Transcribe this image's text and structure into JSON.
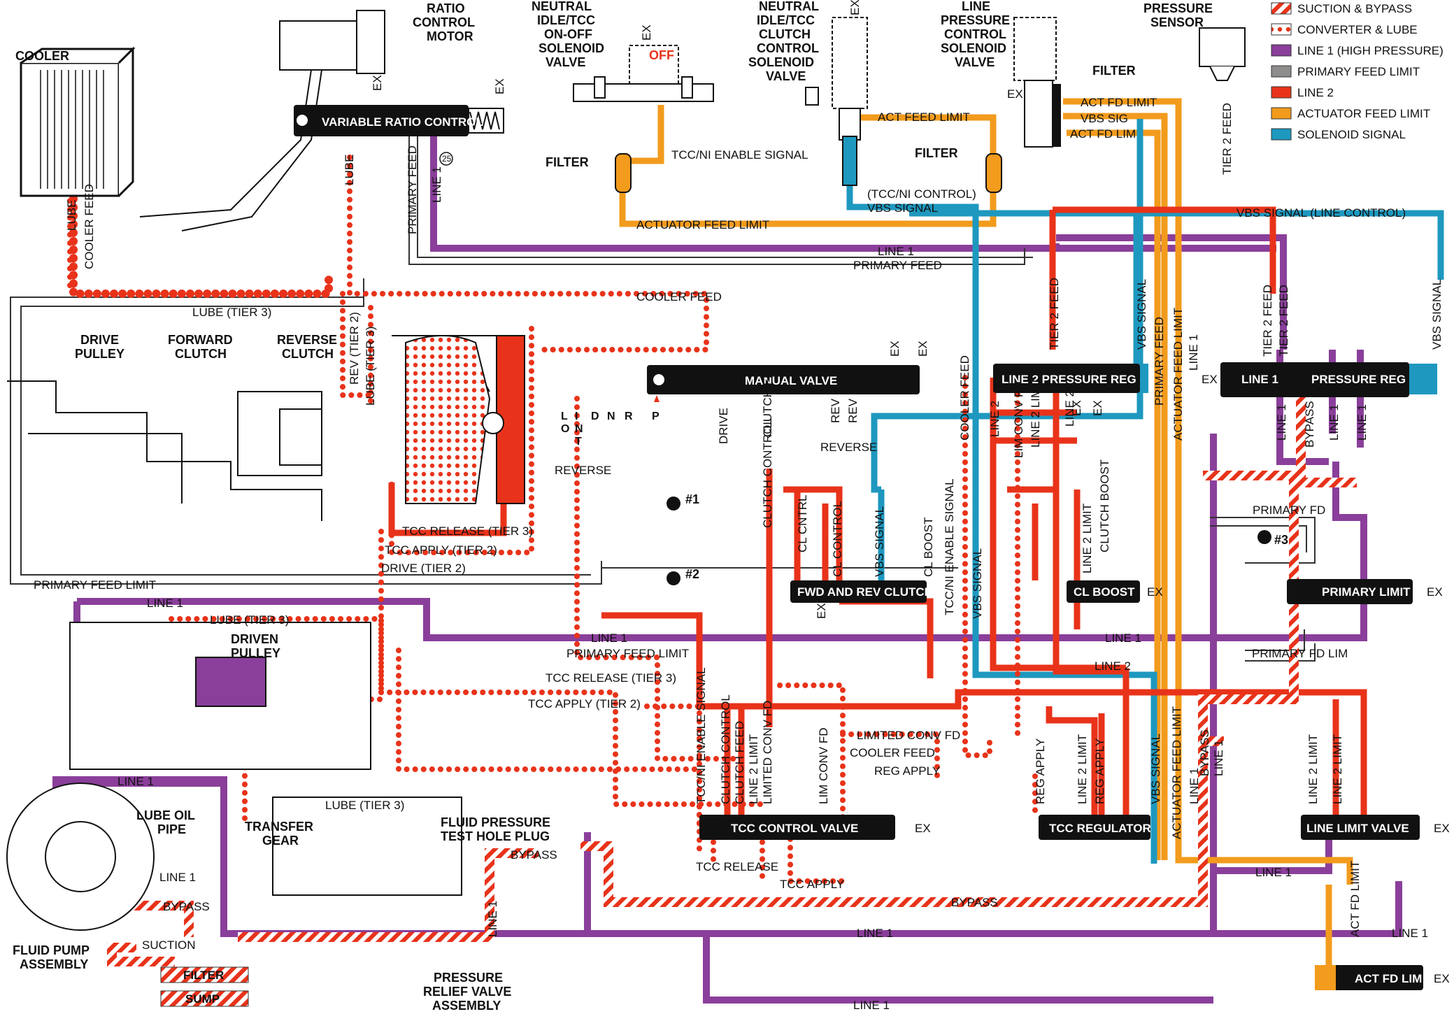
{
  "colors": {
    "suction_bypass": "#e8331a",
    "converter_lube": "#e8331a",
    "line1": "#8a3f9a",
    "primary_feed_limit": "#8f8c8c",
    "line2": "#e8331a",
    "actuator_feed_limit": "#f29b1d",
    "solenoid_signal": "#1e98bf",
    "valve_body": "#111111"
  },
  "legend": [
    {
      "label": "SUCTION & BYPASS",
      "pattern": "hatch",
      "color": "#e8331a"
    },
    {
      "label": "CONVERTER & LUBE",
      "pattern": "dots",
      "color": "#e8331a"
    },
    {
      "label": "LINE 1 (HIGH PRESSURE)",
      "pattern": "solid",
      "color": "#8a3f9a"
    },
    {
      "label": "PRIMARY FEED LIMIT",
      "pattern": "solid",
      "color": "#8f8c8c"
    },
    {
      "label": "LINE 2",
      "pattern": "solid",
      "color": "#e8331a"
    },
    {
      "label": "ACTUATOR FEED LIMIT",
      "pattern": "solid",
      "color": "#f29b1d"
    },
    {
      "label": "SOLENOID SIGNAL",
      "pattern": "solid",
      "color": "#1e98bf"
    }
  ],
  "components": {
    "cooler": "COOLER",
    "ratio_motor": [
      "RATIO",
      "CONTROL",
      "MOTOR"
    ],
    "onoff_solenoid": [
      "NEUTRAL",
      "IDLE/TCC",
      "ON-OFF",
      "SOLENOID",
      "VALVE"
    ],
    "clutch_solenoid": [
      "NEUTRAL",
      "IDLE/TCC",
      "CLUTCH",
      "CONTROL",
      "SOLENOID",
      "VALVE"
    ],
    "lp_solenoid": [
      "LINE",
      "PRESSURE",
      "CONTROL",
      "SOLENOID",
      "VALVE"
    ],
    "pressure_sensor": [
      "PRESSURE",
      "SENSOR"
    ],
    "drive_pulley": [
      "DRIVE",
      "PULLEY"
    ],
    "forward_clutch": [
      "FORWARD",
      "CLUTCH"
    ],
    "reverse_clutch": [
      "REVERSE",
      "CLUTCH"
    ],
    "driven_pulley": [
      "DRIVEN",
      "PULLEY"
    ],
    "lube_oil_pipe": [
      "LUBE OIL",
      "PIPE"
    ],
    "transfer_gear": [
      "TRANSFER",
      "GEAR"
    ],
    "fluid_pump": [
      "FLUID PUMP",
      "ASSEMBLY"
    ],
    "test_hole": [
      "FLUID PRESSURE",
      "TEST HOLE PLUG"
    ],
    "relief_valve": [
      "PRESSURE",
      "RELIEF VALVE",
      "ASSEMBLY"
    ],
    "filter": "FILTER",
    "sump": "SUMP",
    "off": "OFF",
    "ex": "EX"
  },
  "valves": {
    "variable_ratio": "VARIABLE RATIO CONTROL",
    "manual": "MANUAL VALVE",
    "line2_reg": "LINE 2 PRESSURE REG",
    "line1_label": "LINE 1",
    "pressure_reg": "PRESSURE REG",
    "fwd_rev_clutch": "FWD AND REV CLUTCH",
    "cl_boost": "CL BOOST",
    "primary_limit": "PRIMARY LIMIT",
    "tcc_control": "TCC CONTROL VALVE",
    "tcc_regulator": "TCC REGULATOR",
    "line_limit": "LINE LIMIT VALVE",
    "act_fd_lim": "ACT FD LIM"
  },
  "selector": {
    "positions": [
      "L",
      "I",
      "D",
      "N",
      "R",
      "P"
    ],
    "sub": [
      "O",
      "N",
      "T"
    ]
  },
  "passages": {
    "lube": "LUBE",
    "cooler_feed": "COOLER FEED",
    "lube_tier3": "LUBE (TIER 3)",
    "primary_feed": "PRIMARY FEED",
    "line1": "LINE 1",
    "line2": "LINE 2",
    "tcc_ni_enable": "TCC/NI ENABLE SIGNAL",
    "actuator_feed_limit": "ACTUATOR FEED LIMIT",
    "act_feed_limit": "ACT FEED LIMIT",
    "tcc_ni_control": "(TCC/NI CONTROL)",
    "vbs_signal": "VBS SIGNAL",
    "act_fd_limit": "ACT FD LIMIT",
    "vbs_sig": "VBS SIG",
    "act_fd_lim": "ACT FD LIM",
    "tier2_feed": "TIER 2 FEED",
    "vbs_line_control": "VBS SIGNAL (LINE CONTROL)",
    "rev_tier2": "REV (TIER 2)",
    "lube_tier3_v": "LUBE (TIER 3)",
    "clutch_fd": "CLUTCH FD",
    "drive": "DRIVE",
    "rev": "REV",
    "reverse": "REVERSE",
    "clutch_control": "CLUTCH CONTROL",
    "cl_cntrl": "CL CNTRL",
    "cl_control": "CL CONTROL",
    "cl_boost": "CL BOOST",
    "line2_limit": "LINE 2 LIMIT",
    "lim_conv_fd": "LIM CONV FD",
    "clutch_boost": "CLUTCH BOOST",
    "tcc_release_t3": "TCC RELEASE (TIER 3)",
    "tcc_apply_t2": "TCC APPLY (TIER 2)",
    "drive_t2": "DRIVE (TIER 2)",
    "primary_feed_limit": "PRIMARY FEED LIMIT",
    "primary_fd": "PRIMARY FD",
    "primary_fd_lim": "PRIMARY FD LIM",
    "bypass": "BYPASS",
    "suction": "SUCTION",
    "limited_conv_fd": "LIMITED CONV FD",
    "reg_apply": "REG APPLY",
    "tcc_release": "TCC RELEASE",
    "tcc_apply": "TCC APPLY",
    "clutch_feed": "CLUTCH FEED",
    "line_2_limit": "LINE 2 LIMIT",
    "check_1": "#1",
    "check_2": "#2",
    "check_3": "#3"
  }
}
